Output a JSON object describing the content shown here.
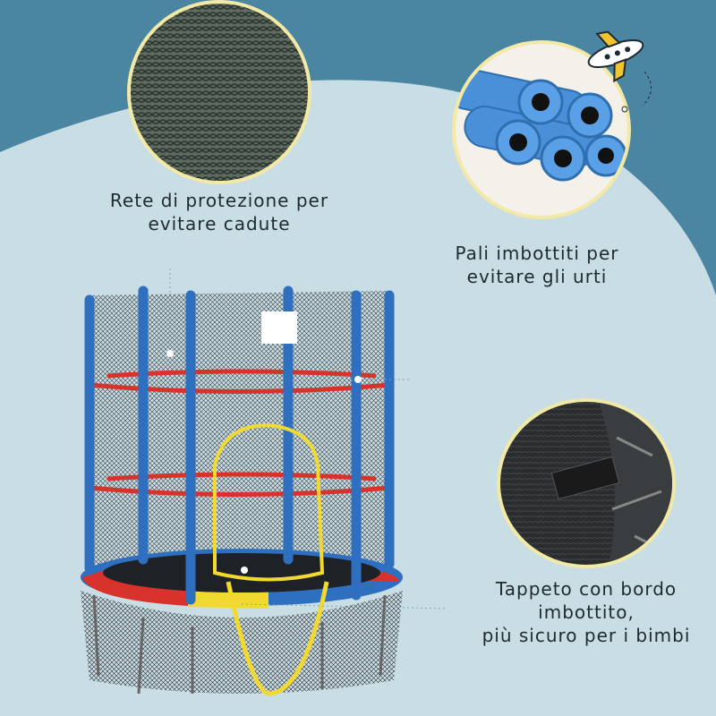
{
  "features": [
    {
      "lines": [
        "Rete di protezione per",
        "evitare cadute"
      ],
      "image": "safety-net-closeup"
    },
    {
      "lines": [
        "Pali imbottiti per",
        "evitare gli urti"
      ],
      "image": "foam-padded-poles"
    },
    {
      "lines": [
        "Tappeto con bordo",
        "imbottito,",
        "più sicuro per i bimbi"
      ],
      "image": "padded-edge-closeup"
    }
  ],
  "decor": {
    "icon": "airplane-icon"
  },
  "colors": {
    "background_dark": "#4a86a2",
    "background_light": "#c9dde4",
    "circle_border": "#f3e9a6",
    "foam_blue": "#4a90d9",
    "frame_blue": "#2f6fc0",
    "strap_red": "#d8322c",
    "door_yellow": "#f2d92f"
  }
}
